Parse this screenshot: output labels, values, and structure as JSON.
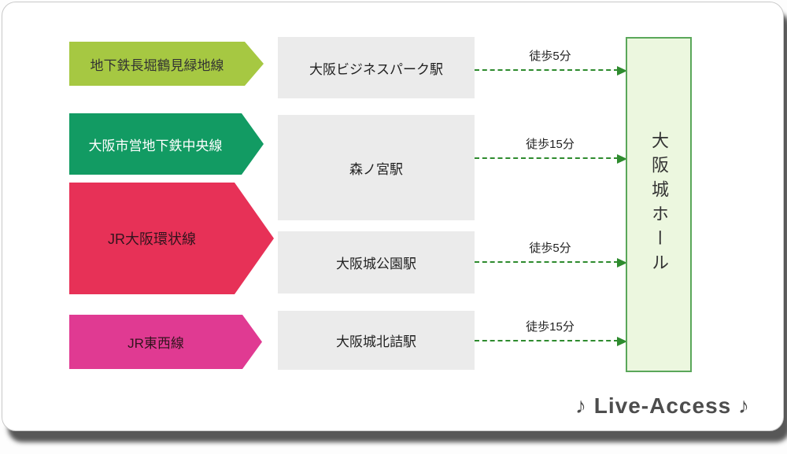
{
  "diagram": {
    "lines": [
      {
        "name": "地下鉄長堀鶴見緑地線",
        "color": "#a6c842",
        "text_color": "#333333"
      },
      {
        "name": "大阪市営地下鉄中央線",
        "color": "#129b63",
        "text_color": "#ffffff"
      },
      {
        "name": "JR大阪環状線",
        "color": "#e73157",
        "text_color": "#33141e"
      },
      {
        "name": "JR東西線",
        "color": "#e03a92",
        "text_color": "#33141e"
      }
    ],
    "stations": [
      {
        "name": "大阪ビジネスパーク駅"
      },
      {
        "name": "森ノ宮駅"
      },
      {
        "name": "大阪城公園駅"
      },
      {
        "name": "大阪城北詰駅"
      }
    ],
    "routes": [
      {
        "walk_time": "徒歩5分"
      },
      {
        "walk_time": "徒歩15分"
      },
      {
        "walk_time": "徒歩5分"
      },
      {
        "walk_time": "徒歩15分"
      }
    ],
    "destination": {
      "name": "大阪城ホール"
    },
    "colors": {
      "arrow": "#2e8b2e",
      "hall_fill": "#ecf7df",
      "hall_border": "#5aa75a",
      "station_fill": "#ebebeb",
      "station_border": "#8f8f8f"
    },
    "logo": "♪ Live-Access ♪"
  }
}
